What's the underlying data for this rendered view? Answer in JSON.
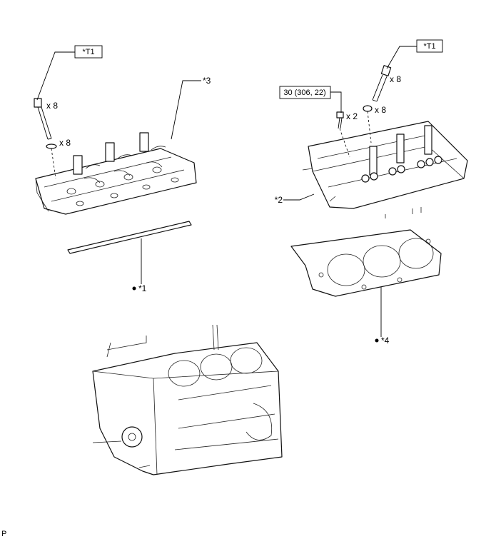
{
  "labels": {
    "t1_left": "*T1",
    "t1_right": "*T1",
    "part3": "*3",
    "part2": "*2",
    "part1": "*1",
    "part4": "*4",
    "qty_bolt_left": "x 8",
    "qty_washer_left": "x 8",
    "qty_bolt_right": "x 8",
    "qty_washer_right": "x 8",
    "qty_small_bolt": "x 2",
    "torque": "30 (306, 22)",
    "corner_mark": "P"
  }
}
